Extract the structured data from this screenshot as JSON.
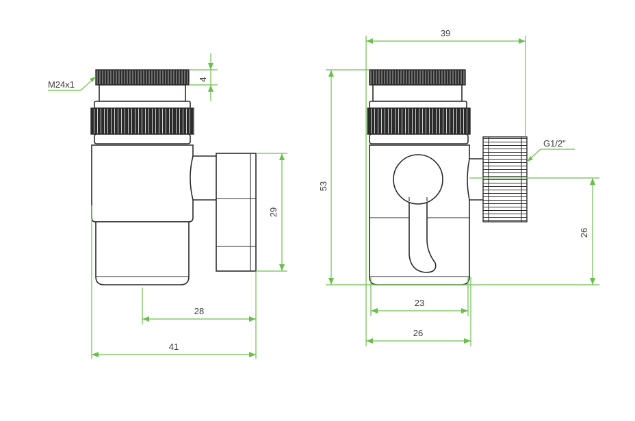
{
  "left_view": {
    "thread_label": "M24x1",
    "dim_thread_height": "4",
    "dim_outlet_height": "29",
    "dim_outlet_offset": "28",
    "dim_total_width": "41"
  },
  "right_view": {
    "dim_top_width": "39",
    "dim_total_height": "53",
    "outlet_label": "G1/2\"",
    "dim_outlet_height": "26",
    "dim_body_width_inner": "23",
    "dim_body_width_outer": "26"
  },
  "colors": {
    "dimension": "#6abf4b",
    "outline": "#2a2a2a",
    "background": "#ffffff"
  }
}
